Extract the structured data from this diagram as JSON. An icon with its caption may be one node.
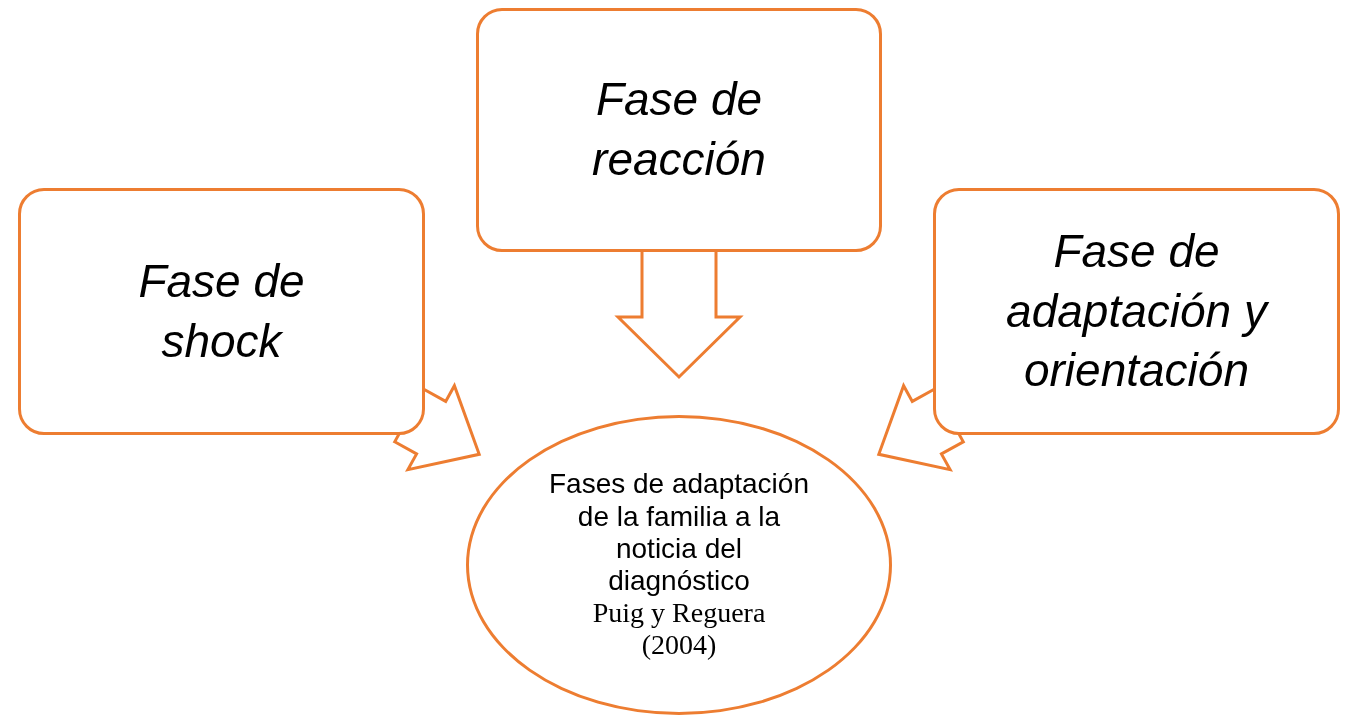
{
  "diagram": {
    "nodes": [
      {
        "text": [
          "Fase de shock"
        ]
      },
      {
        "text": [
          "Fase de reacción"
        ]
      },
      {
        "text": [
          "Fase de adaptación y orientación"
        ]
      },
      {
        "text": [
          "Fases de adaptación de la familia a la noticia del diagnóstico",
          "Puig y Reguera (2004)"
        ]
      }
    ],
    "edges": [
      {
        "from": 0,
        "to": 3,
        "arrow": "to"
      },
      {
        "from": 1,
        "to": 3,
        "arrow": "to"
      },
      {
        "from": 2,
        "to": 3,
        "arrow": "to"
      }
    ]
  }
}
